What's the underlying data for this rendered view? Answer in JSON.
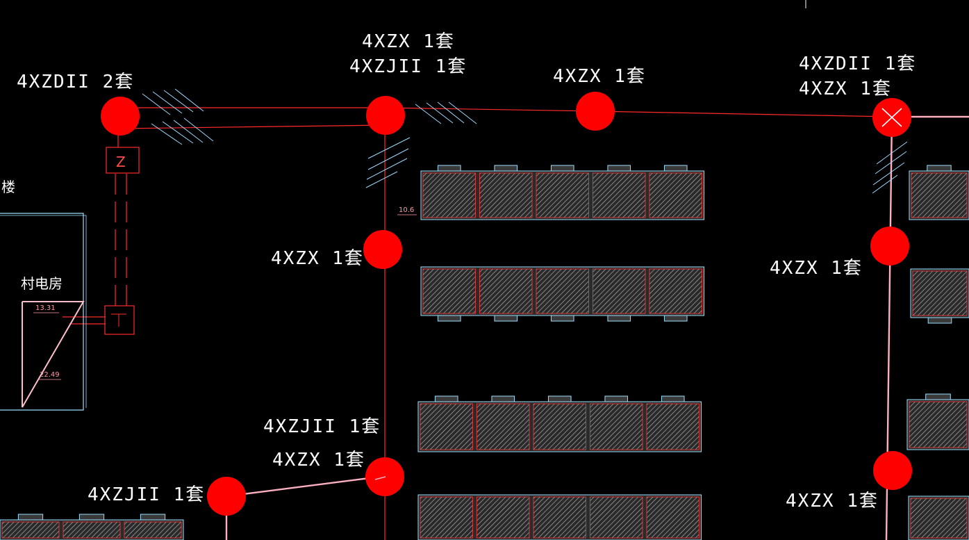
{
  "labels": {
    "l1": "4XZDII 2套",
    "l2": "4XZX 1套",
    "l3": "4XZJII 1套",
    "l4": "4XZX 1套",
    "l5": "4XZDII 1套",
    "l6": "4XZX 1套",
    "l7": "4XZX 1套",
    "l8": "4XZX 1套",
    "l9": "4XZJII 1套",
    "l10": "4XZX 1套",
    "l11": "4XZJII 1套",
    "l12": "4XZX 1套",
    "building_partial": "楼",
    "substation": "村电房"
  },
  "dims": {
    "d1": "10.6",
    "d2": "13.31",
    "d3": "22.49"
  },
  "box_letter": "Z",
  "colors": {
    "background": "#000000",
    "wire": "#ff2a2a",
    "node": "#ff0000",
    "hatch": "#9fd9ff",
    "outline": "#9adfff"
  }
}
